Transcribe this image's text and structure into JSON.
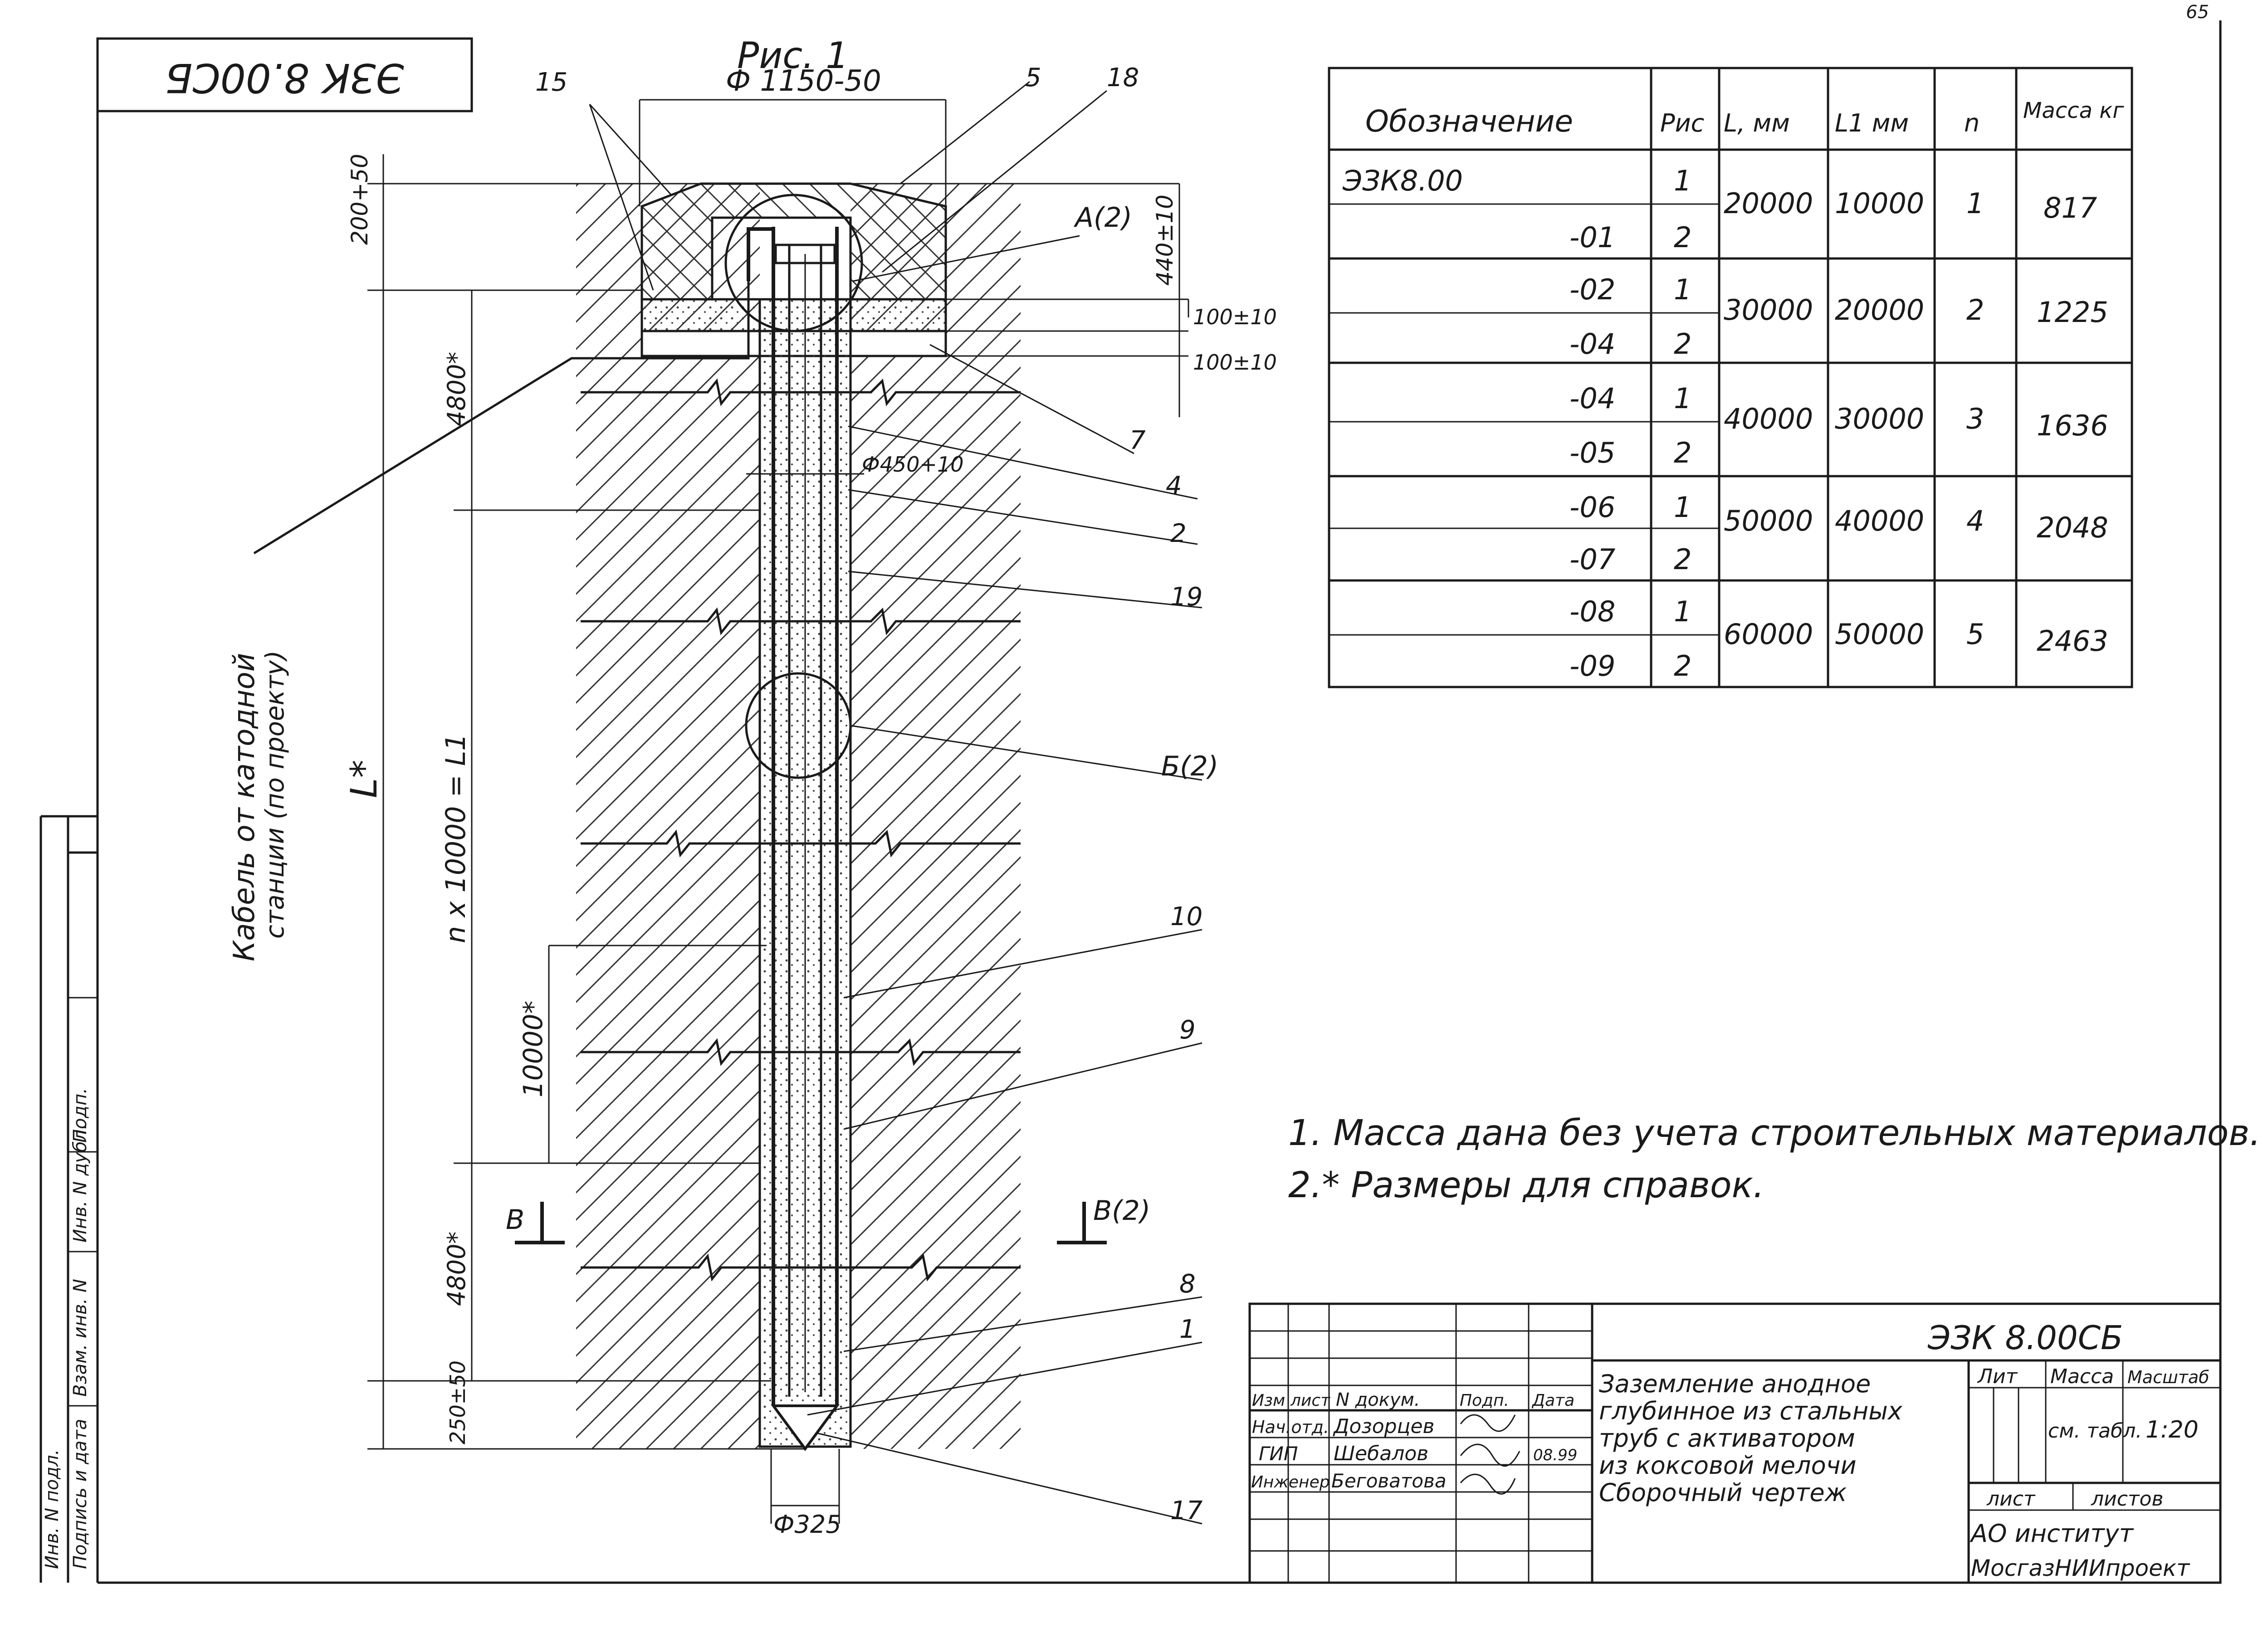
{
  "page_mark": "65",
  "stamp_code": "ЭЗК 8.00СБ",
  "figure_title": "Рис. 1",
  "dimensions": {
    "top_diameter": "Ф 1150-50",
    "head_height": "200+50",
    "cap_depth": "440±10",
    "slab_1": "100±10",
    "slab_2": "100±10",
    "first_section": "4800*",
    "borehole_diameter": "Ф450+10",
    "n_sections": "n x 10000 = L1",
    "section_length": "10000*",
    "last_section": "4800*",
    "bottom_gap": "250±50",
    "total_length": "L*",
    "pipe_diameter": "Ф325"
  },
  "callouts": [
    "15",
    "5",
    "18",
    "A(2)",
    "7",
    "4",
    "2",
    "19",
    "Б(2)",
    "10",
    "9",
    "8",
    "1",
    "17"
  ],
  "section_marks": {
    "left": "В",
    "right": "В(2)"
  },
  "cable_note": {
    "line1": "Кабель от катодной",
    "line2": "станции (по проекту)"
  },
  "spec_table": {
    "headers": [
      "Обозначение",
      "Рис",
      "L, мм",
      "L1 мм",
      "n",
      "Масса кг"
    ],
    "rows": [
      {
        "designation": "ЭЗК8.00",
        "fig": "1",
        "L": "20000",
        "L1": "10000",
        "n": "1",
        "mass": "817"
      },
      {
        "designation": "-01",
        "fig": "2"
      },
      {
        "designation": "-02",
        "fig": "1",
        "L": "30000",
        "L1": "20000",
        "n": "2",
        "mass": "1225"
      },
      {
        "designation": "-04",
        "fig": "2"
      },
      {
        "designation": "-04",
        "fig": "1",
        "L": "40000",
        "L1": "30000",
        "n": "3",
        "mass": "1636"
      },
      {
        "designation": "-05",
        "fig": "2"
      },
      {
        "designation": "-06",
        "fig": "1",
        "L": "50000",
        "L1": "40000",
        "n": "4",
        "mass": "2048"
      },
      {
        "designation": "-07",
        "fig": "2"
      },
      {
        "designation": "-08",
        "fig": "1",
        "L": "60000",
        "L1": "50000",
        "n": "5",
        "mass": "2463"
      },
      {
        "designation": "-09",
        "fig": "2"
      }
    ]
  },
  "notes": [
    "1. Масса дана без учета строительных материалов.",
    "2.* Размеры для справок."
  ],
  "title_block": {
    "code": "ЭЗК 8.00СБ",
    "title_lines": [
      "Заземление анодное",
      "глубинное из стальных",
      "труб с активатором",
      "из коксовой мелочи",
      "Сборочный чертеж"
    ],
    "head_cols": [
      "Изм",
      "лист",
      "N докум.",
      "Подп.",
      "Дата"
    ],
    "people": [
      {
        "role": "Нач.отд.",
        "name": "Дозорцев",
        "date": ""
      },
      {
        "role": "ГИП",
        "name": "Шебалов",
        "date": "08.99"
      },
      {
        "role": "Инженер",
        "name": "Беговатова",
        "date": ""
      }
    ],
    "lit_label": "Лит",
    "mass_label": "Масса",
    "scale_label": "Масштаб",
    "mass_value": "см. табл.",
    "scale_value": "1:20",
    "sheet_label": "лист",
    "sheets_label": "листов",
    "org_line1": "АО институт",
    "org_line2": "МосгазНИИпроект"
  },
  "margin_strip": [
    "Инв. N подл.",
    "Подпись и дата",
    "Взам. инв. N",
    "Инв. N дубл.",
    "Подп."
  ]
}
